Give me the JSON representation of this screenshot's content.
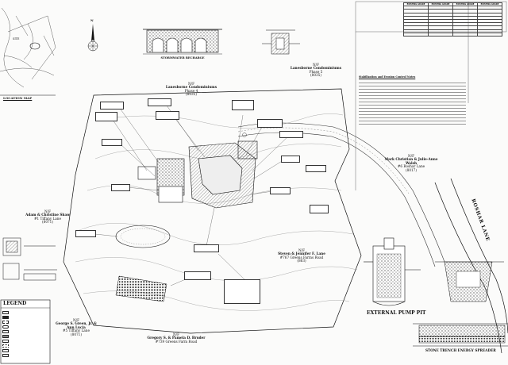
{
  "drawing": {
    "location_map_label": "LOCATION MAP",
    "site_label": "SITE",
    "north_arrow_label": "N",
    "road_label": "ROSHAR LANE",
    "legend_title": "LEGEND",
    "stormwater_title": "STORMWATER RECHARGE",
    "external_pump_pit_title": "EXTERNAL PUMP PIT",
    "spreader_title": "STONE TRENCH ENERGY SPREADER",
    "notes_title": "Stabilization and Erosion Control Notes"
  },
  "owners": {
    "top_center": {
      "prefix": "N/F",
      "name": "Lanesborne Condominiums",
      "sub": "Phase 4",
      "ref": "(8035)"
    },
    "top_right": {
      "prefix": "N/F",
      "name": "Lanesborne Condominiums",
      "sub": "Phase 5",
      "ref": "(8035)"
    },
    "left": {
      "prefix": "N/F",
      "name": "Adam & Christine Shaw",
      "sub": "#1 Tiffany Lane",
      "ref": "(8071)"
    },
    "bottom_left": {
      "prefix": "N/F",
      "name": "George S. Green, Jr. & Ann Lucia",
      "sub": "#5 Tiffany Lane",
      "ref": "(8071)"
    },
    "bottom_center": {
      "prefix": "N/F",
      "name": "Gregory S. & Pamela D. Bruder",
      "sub": "#739 Greens Farm Road",
      "ref": ""
    },
    "center_right": {
      "prefix": "N/F",
      "name": "Steven & Jennifer F. Lane",
      "sub": "#767 Greens Farms Road",
      "ref": "(863)"
    },
    "right": {
      "prefix": "N/F",
      "name": "Mark Christian & Julie-Anne Walsh",
      "sub": "#6 Roshar Lane",
      "ref": "(8017)"
    }
  },
  "tables": {
    "main": {
      "col_headers": [
        "EXISTING GRADE",
        "EXISTING GRADE",
        "EXISTING GRADE",
        "EXISTING GRADE"
      ]
    }
  }
}
